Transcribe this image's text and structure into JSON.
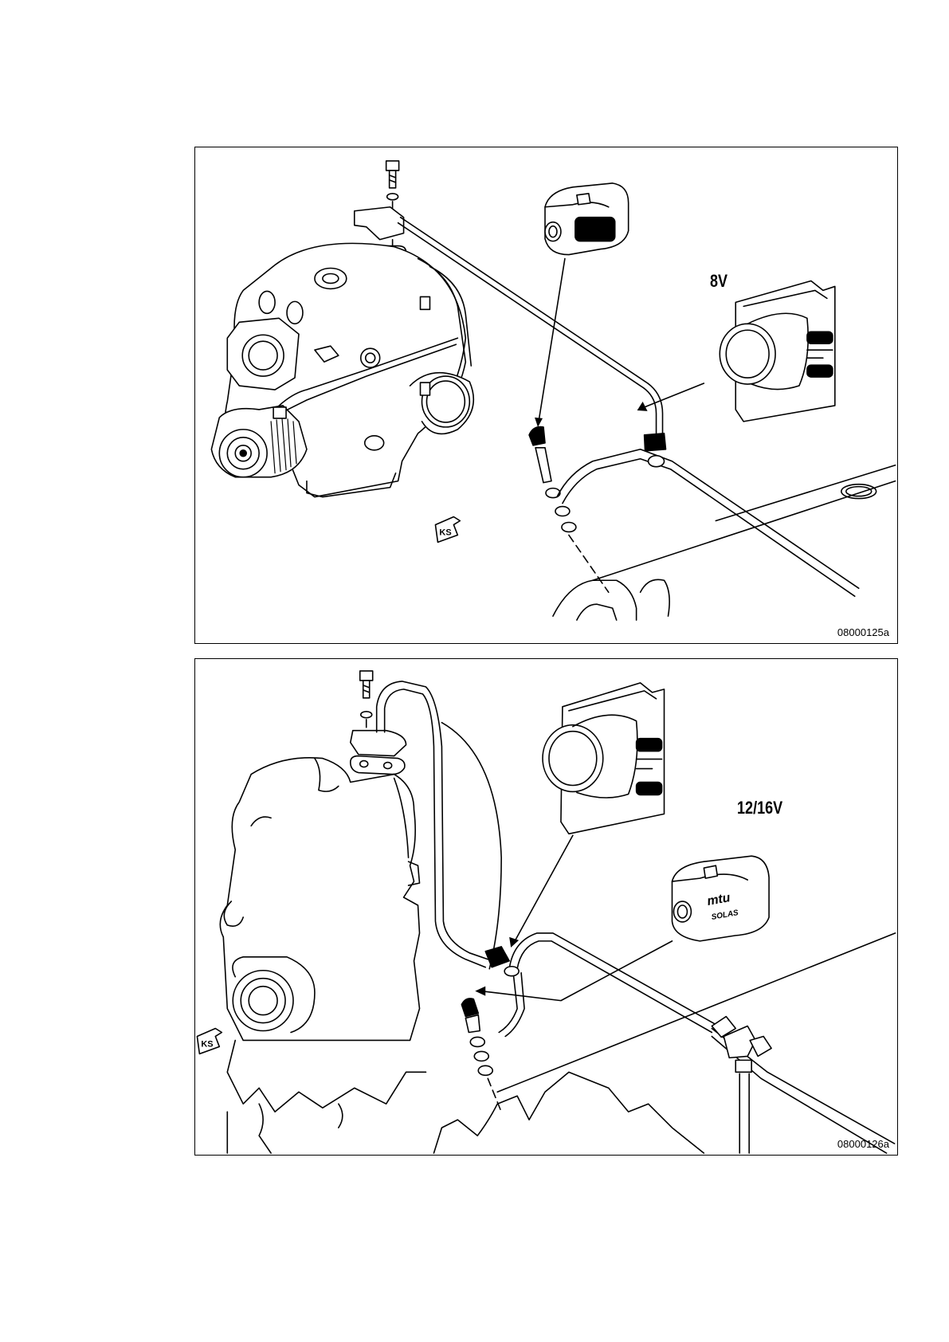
{
  "panels": [
    {
      "variant": "8V",
      "figure_number": "08000125a",
      "ks_label": "KS"
    },
    {
      "variant": "12/16V",
      "figure_number": "08000126a",
      "ks_label": "KS",
      "clamp_logo": "mtu",
      "clamp_text": "SOLAS"
    }
  ]
}
